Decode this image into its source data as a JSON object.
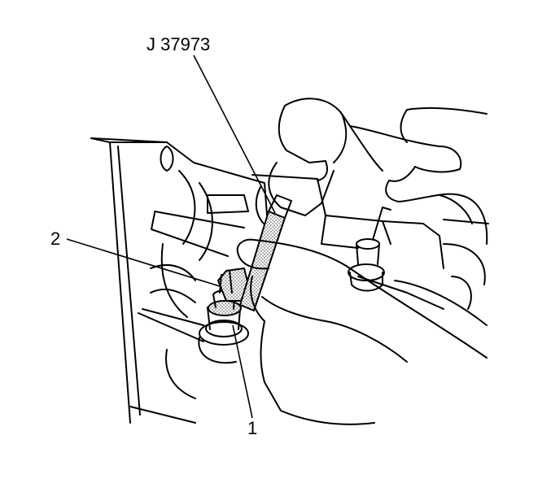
{
  "illustration": {
    "callouts": {
      "tool": "J 37973",
      "item_2": "2",
      "item_1": "1"
    },
    "colors": {
      "line": "#000000",
      "background": "#ffffff",
      "stipple": "#777777"
    }
  }
}
